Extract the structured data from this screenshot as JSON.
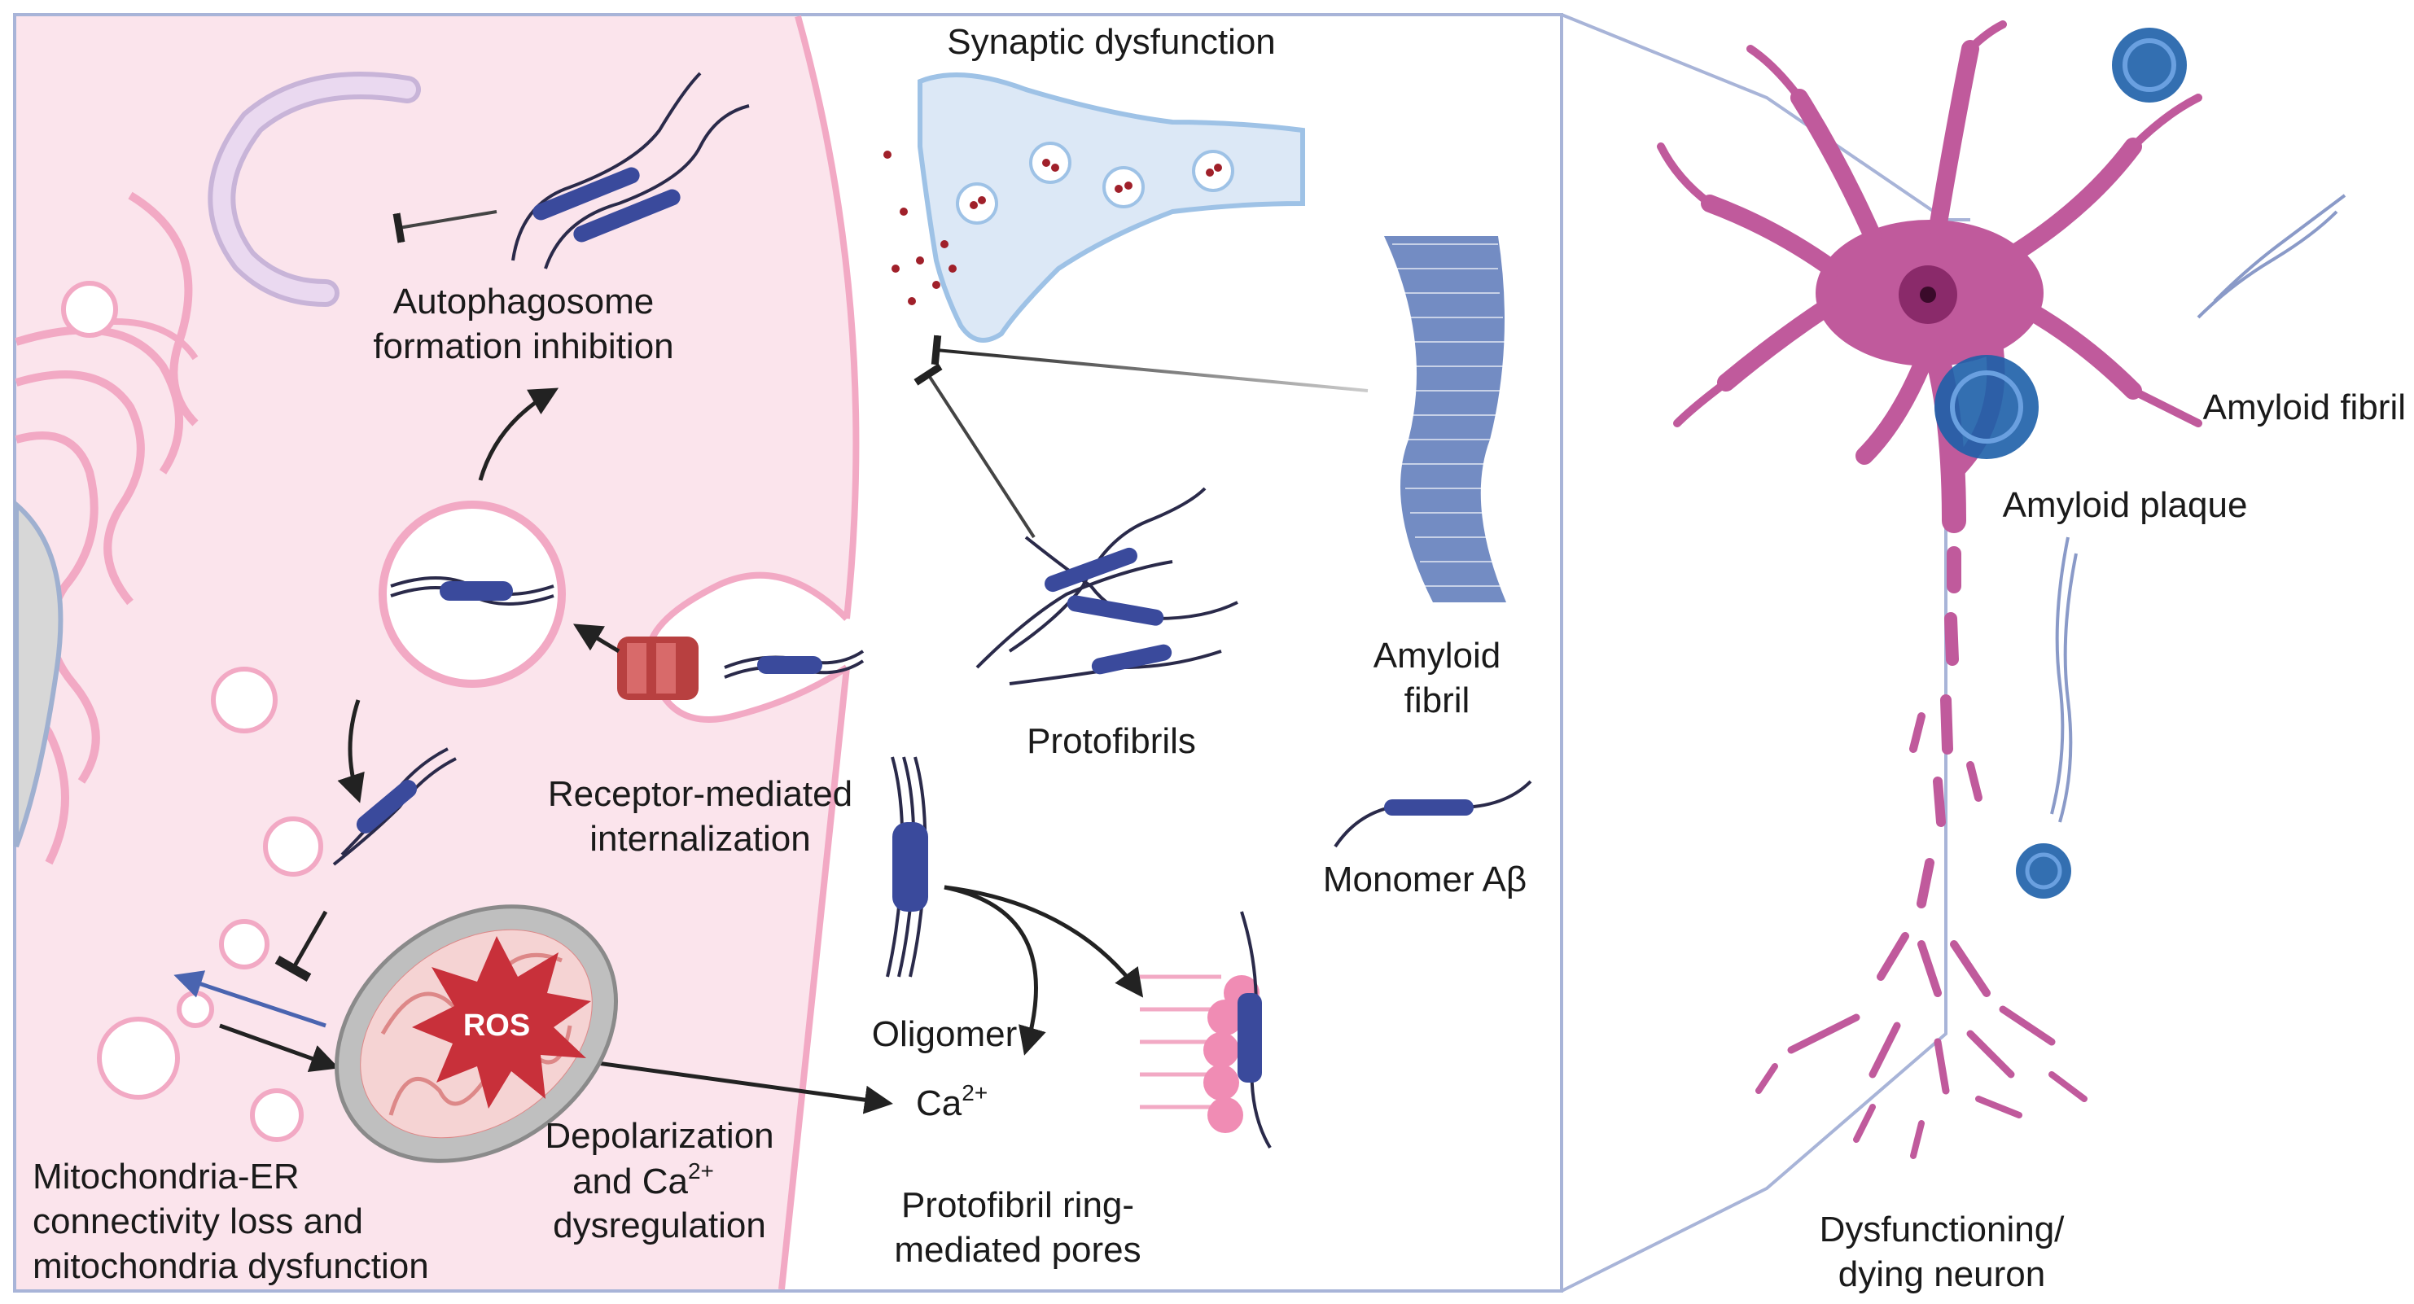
{
  "labels": {
    "synaptic_dysfunction": "Synaptic dysfunction",
    "autophagosome_line1": "Autophagosome",
    "autophagosome_line2": "formation inhibition",
    "receptor_line1": "Receptor-mediated",
    "receptor_line2": "internalization",
    "ros": "ROS",
    "mito_er_line1": "Mitochondria-ER",
    "mito_er_line2": "connectivity loss and",
    "mito_er_line3": "mitochondria dysfunction",
    "depol_line1": "Depolarization",
    "depol_line2": "and Ca",
    "depol_line2_sup": "2+",
    "depol_line3": "dysregulation",
    "protofibrils": "Protofibrils",
    "amyloid_fibril_center_line1": "Amyloid",
    "amyloid_fibril_center_line2": "fibril",
    "monomer": "Monomer Aβ",
    "oligomer": "Oligomer",
    "calcium": "Ca",
    "calcium_sup": "2+",
    "pores_line1": "Protofibril ring-",
    "pores_line2": "mediated pores",
    "amyloid_fibril_right": "Amyloid fibril",
    "amyloid_plaque": "Amyloid plaque",
    "neuron_line1": "Dysfunctioning/",
    "neuron_line2": "dying neuron"
  },
  "colors": {
    "cell_fill": "#fbe4ec",
    "membrane": "#f2a9c4",
    "peptide": "#3a4a9c",
    "peptide_tail": "#2a2a4a",
    "neuron": "#c05a9c",
    "plaque": "#1d5fa8",
    "ros_red": "#c8303a",
    "mito_fill": "#bfbfbf",
    "frame": "#a8b4d8"
  }
}
